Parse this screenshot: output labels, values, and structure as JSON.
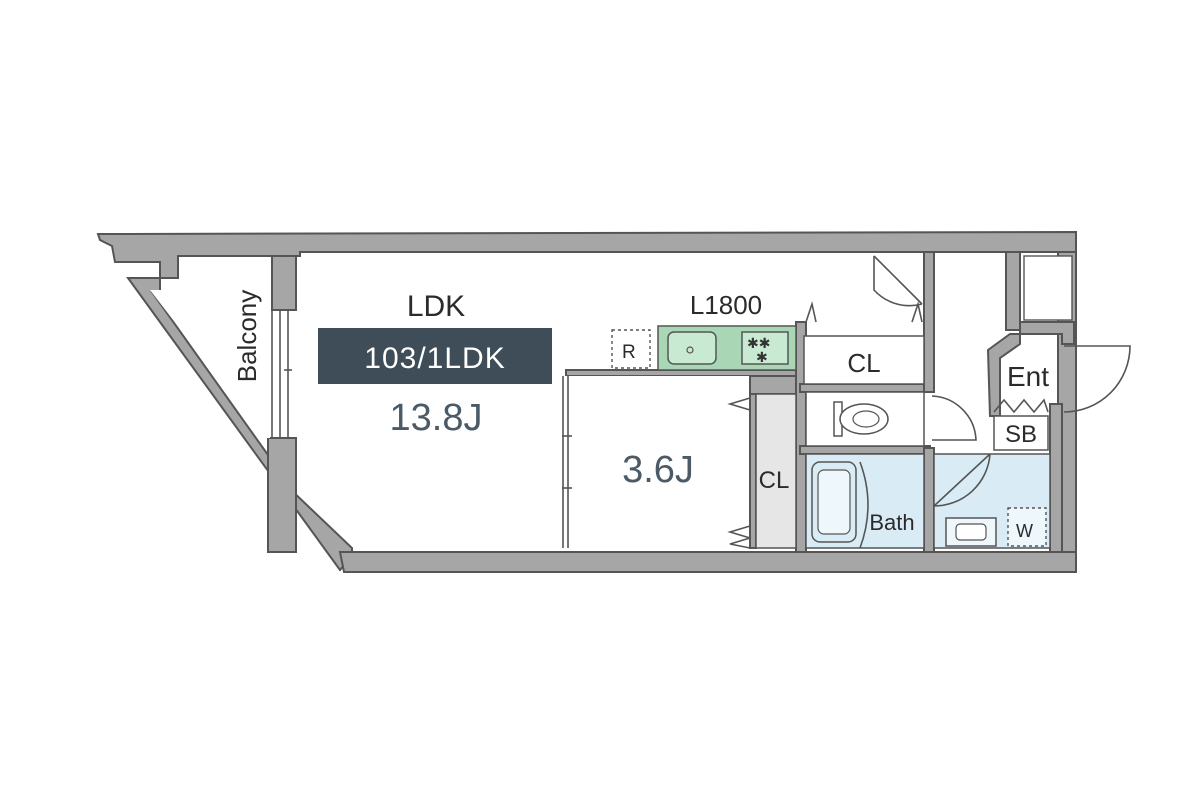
{
  "plan": {
    "room_ldk": "LDK",
    "unit_badge": "103/1LDK",
    "ldk_area": "13.8J",
    "bedroom_area": "3.6J",
    "kitchen_length": "L1800",
    "fridge_mark": "R",
    "balcony": "Balcony",
    "closet_top": "CL",
    "closet_bedroom": "CL",
    "bath": "Bath",
    "entrance": "Ent",
    "shoe_box": "SB",
    "washer_mark": "W"
  },
  "colors": {
    "wall": "#a6a6a6",
    "wall_outline": "#555555",
    "badge_bg": "#3e4d57",
    "badge_text": "#ffffff",
    "area_text": "#4a5a66",
    "kitchen_counter": "#a9d6b4",
    "wet_area": "#d9ecf5",
    "closet_fill": "#e6e6e6"
  }
}
